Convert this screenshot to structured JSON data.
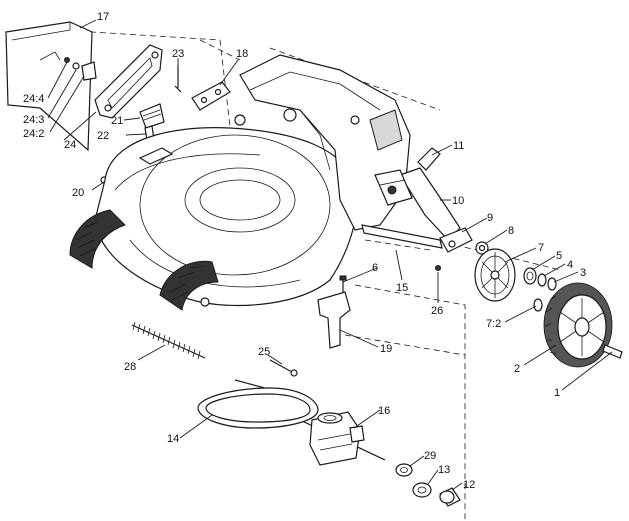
{
  "callouts": [
    {
      "id": "c17",
      "text": "17"
    },
    {
      "id": "c23",
      "text": "23"
    },
    {
      "id": "c18",
      "text": "18"
    },
    {
      "id": "c24-4",
      "text": "24:4"
    },
    {
      "id": "c24-3",
      "text": "24:3"
    },
    {
      "id": "c24-2",
      "text": "24:2"
    },
    {
      "id": "c24",
      "text": "24"
    },
    {
      "id": "c21",
      "text": "21"
    },
    {
      "id": "c22",
      "text": "22"
    },
    {
      "id": "c20",
      "text": "20"
    },
    {
      "id": "c11",
      "text": "11"
    },
    {
      "id": "c10",
      "text": "10"
    },
    {
      "id": "c9",
      "text": "9"
    },
    {
      "id": "c8",
      "text": "8"
    },
    {
      "id": "c7",
      "text": "7"
    },
    {
      "id": "c5",
      "text": "5"
    },
    {
      "id": "c4",
      "text": "4"
    },
    {
      "id": "c3",
      "text": "3"
    },
    {
      "id": "c6",
      "text": "6"
    },
    {
      "id": "c15",
      "text": "15"
    },
    {
      "id": "c26",
      "text": "26"
    },
    {
      "id": "c7-2",
      "text": "7:2"
    },
    {
      "id": "c2",
      "text": "2"
    },
    {
      "id": "c1",
      "text": "1"
    },
    {
      "id": "c19",
      "text": "19"
    },
    {
      "id": "c28",
      "text": "28"
    },
    {
      "id": "c25",
      "text": "25"
    },
    {
      "id": "c16",
      "text": "16"
    },
    {
      "id": "c14",
      "text": "14"
    },
    {
      "id": "c29",
      "text": "29"
    },
    {
      "id": "c13",
      "text": "13"
    },
    {
      "id": "c12",
      "text": "12"
    }
  ]
}
